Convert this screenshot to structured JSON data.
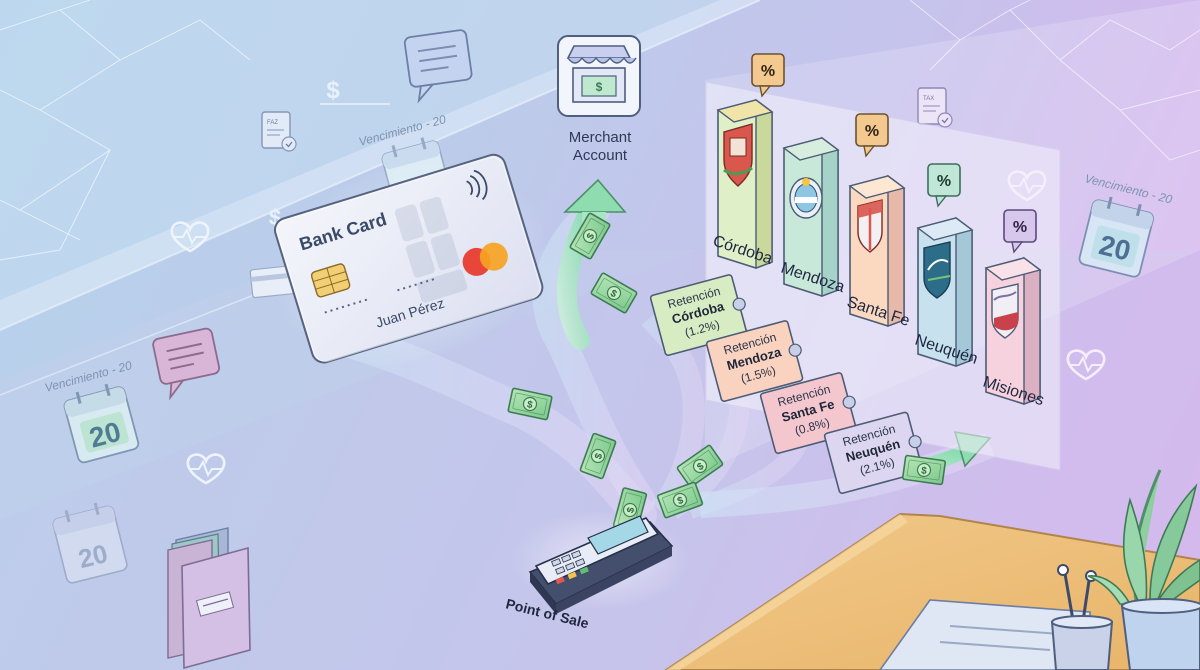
{
  "colors": {
    "background_left": "#b7d3ec",
    "background_right": "#dcb1ee",
    "money_green": "#8fd49a",
    "card_surface": "#eef0f8",
    "mastercard_red": "#e8463a",
    "mastercard_orange": "#f6a323",
    "arrow_green": "#8ee0b5"
  },
  "card": {
    "title": "Bank Card",
    "holder": "Juan Pérez"
  },
  "merchant": {
    "label_line1": "Merchant",
    "label_line2": "Account",
    "sign": "$"
  },
  "pos": {
    "label": "Point of Sale"
  },
  "retentions": [
    {
      "line1": "Retención",
      "line2": "Córdoba",
      "line3": "(1.2%)"
    },
    {
      "line1": "Retención",
      "line2": "Mendoza",
      "line3": "(1.5%)"
    },
    {
      "line1": "Retención",
      "line2": "Santa Fe",
      "line3": "(0.8%)"
    },
    {
      "line1": "Retención",
      "line2": "Neuquén",
      "line3": "(2.1%)"
    }
  ],
  "provinces": [
    {
      "name": "Córdoba",
      "badge": "%",
      "color": "#f3e6a6"
    },
    {
      "name": "Mendoza",
      "badge": "%",
      "color": "#bfe4cf"
    },
    {
      "name": "Santa Fe",
      "badge": "%",
      "color": "#fbd9c1"
    },
    {
      "name": "Neuquén",
      "badge": "%",
      "color": "#c6e2ee"
    },
    {
      "name": "Misiones",
      "badge": "%",
      "color": "#f6d2de"
    }
  ],
  "calendars": [
    {
      "caption": "Vencimiento - 20",
      "day": "20"
    },
    {
      "caption": "Vencimiento - 20",
      "day": "20"
    },
    {
      "caption": "Vencimiento - 20",
      "day": "20"
    },
    {
      "caption": "",
      "day": "20"
    }
  ],
  "doc_icons": [
    {
      "label": "FAZ"
    },
    {
      "label": "TAX"
    }
  ],
  "dollar_sign": "$",
  "icons": [
    "speech-bubble-icon",
    "heart-pulse-icon",
    "calendar-icon",
    "document-check-icon",
    "folder-icon",
    "pen-holder-icon",
    "plant-icon",
    "contactless-icon",
    "chip-icon"
  ]
}
